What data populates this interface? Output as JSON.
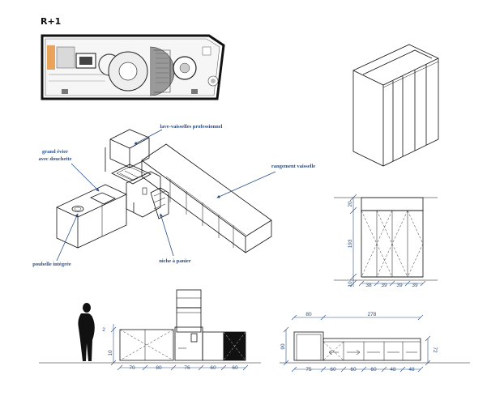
{
  "title": "R+1",
  "labels": {
    "dishwasher": "lave-vaisselles professionnel",
    "sink": "grand évier\navec douchette",
    "sink_line1": "grand évier",
    "sink_line2": "avec douchette",
    "storage": "rangement vaisselle",
    "bin": "poubelle intégrée",
    "basket": "niche à panier"
  },
  "front_elevation": {
    "height_top": "2",
    "height_side": "10",
    "widths": [
      "70",
      "80",
      "76",
      "60",
      "60"
    ]
  },
  "top_elevation": {
    "width_left": "80",
    "width_right": "278",
    "height_left": "90",
    "height_right": "72",
    "widths": [
      "75",
      "60",
      "60",
      "60",
      "48",
      "48"
    ]
  },
  "cabinet_elevation": {
    "heights": [
      "20",
      "193",
      "10"
    ],
    "widths": [
      "38",
      "39",
      "39",
      "39"
    ]
  },
  "colors": {
    "annotation": "#2a4f86",
    "line": "#111111",
    "floor_plan_accent": "#e9a35b"
  }
}
